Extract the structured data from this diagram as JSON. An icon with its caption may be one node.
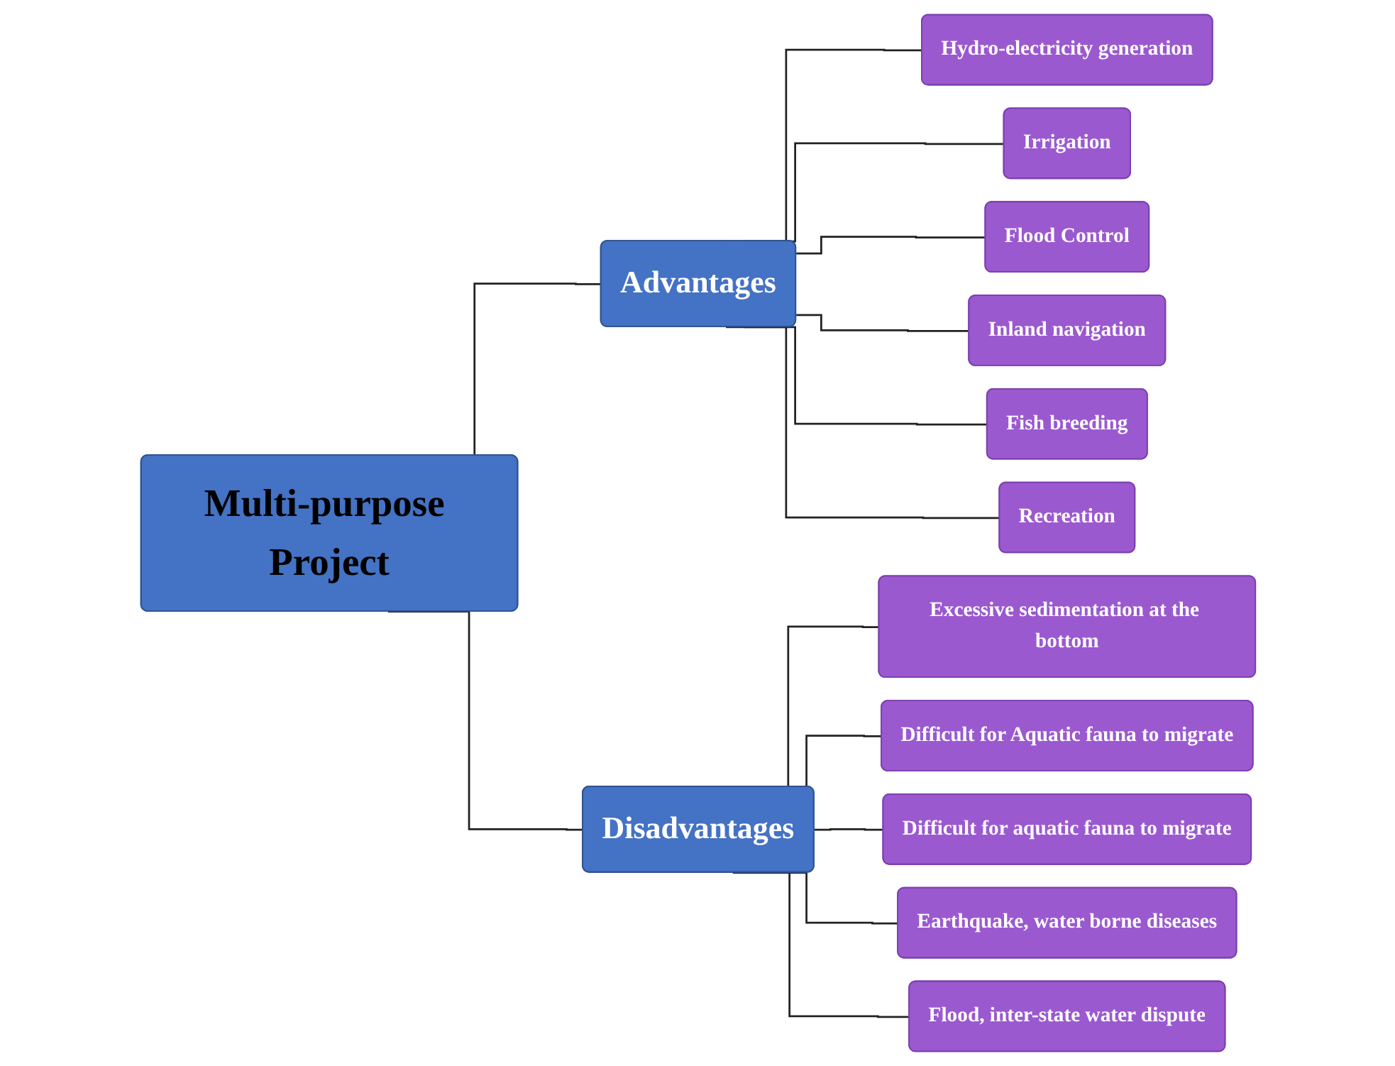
{
  "diagram": {
    "nodes": [
      {
        "text": [
          "Multi-purpose Project"
        ]
      },
      {
        "text": [
          "Advantages"
        ]
      },
      {
        "text": [
          "Hydro-electricity generation"
        ]
      },
      {
        "text": [
          "Irrigation"
        ]
      },
      {
        "text": [
          "Flood Control"
        ]
      },
      {
        "text": [
          "Inland navigation"
        ]
      },
      {
        "text": [
          "Fish breeding"
        ]
      },
      {
        "text": [
          "Recreation"
        ]
      },
      {
        "text": [
          "Disadvantages"
        ]
      },
      {
        "text": [
          "Excessive sedimentation at the bottom"
        ]
      },
      {
        "text": [
          "Difficult for Aquatic fauna to migrate"
        ]
      },
      {
        "text": [
          "Difficult for aquatic fauna to migrate"
        ]
      },
      {
        "text": [
          "Earthquake, water borne diseases"
        ]
      },
      {
        "text": [
          "Flood, inter-state water dispute"
        ]
      }
    ],
    "edges": [
      {
        "from": 0,
        "to": 1,
        "arrow": "none"
      },
      {
        "from": 0,
        "to": 8,
        "arrow": "none"
      },
      {
        "from": 1,
        "to": 2,
        "arrow": "none"
      },
      {
        "from": 1,
        "to": 3,
        "arrow": "none"
      },
      {
        "from": 1,
        "to": 4,
        "arrow": "none"
      },
      {
        "from": 1,
        "to": 5,
        "arrow": "none"
      },
      {
        "from": 1,
        "to": 6,
        "arrow": "none"
      },
      {
        "from": 1,
        "to": 7,
        "arrow": "none"
      },
      {
        "from": 8,
        "to": 9,
        "arrow": "none"
      },
      {
        "from": 8,
        "to": 10,
        "arrow": "none"
      },
      {
        "from": 8,
        "to": 11,
        "arrow": "none"
      },
      {
        "from": 8,
        "to": 12,
        "arrow": "none"
      },
      {
        "from": 8,
        "to": 13,
        "arrow": "none"
      }
    ]
  }
}
